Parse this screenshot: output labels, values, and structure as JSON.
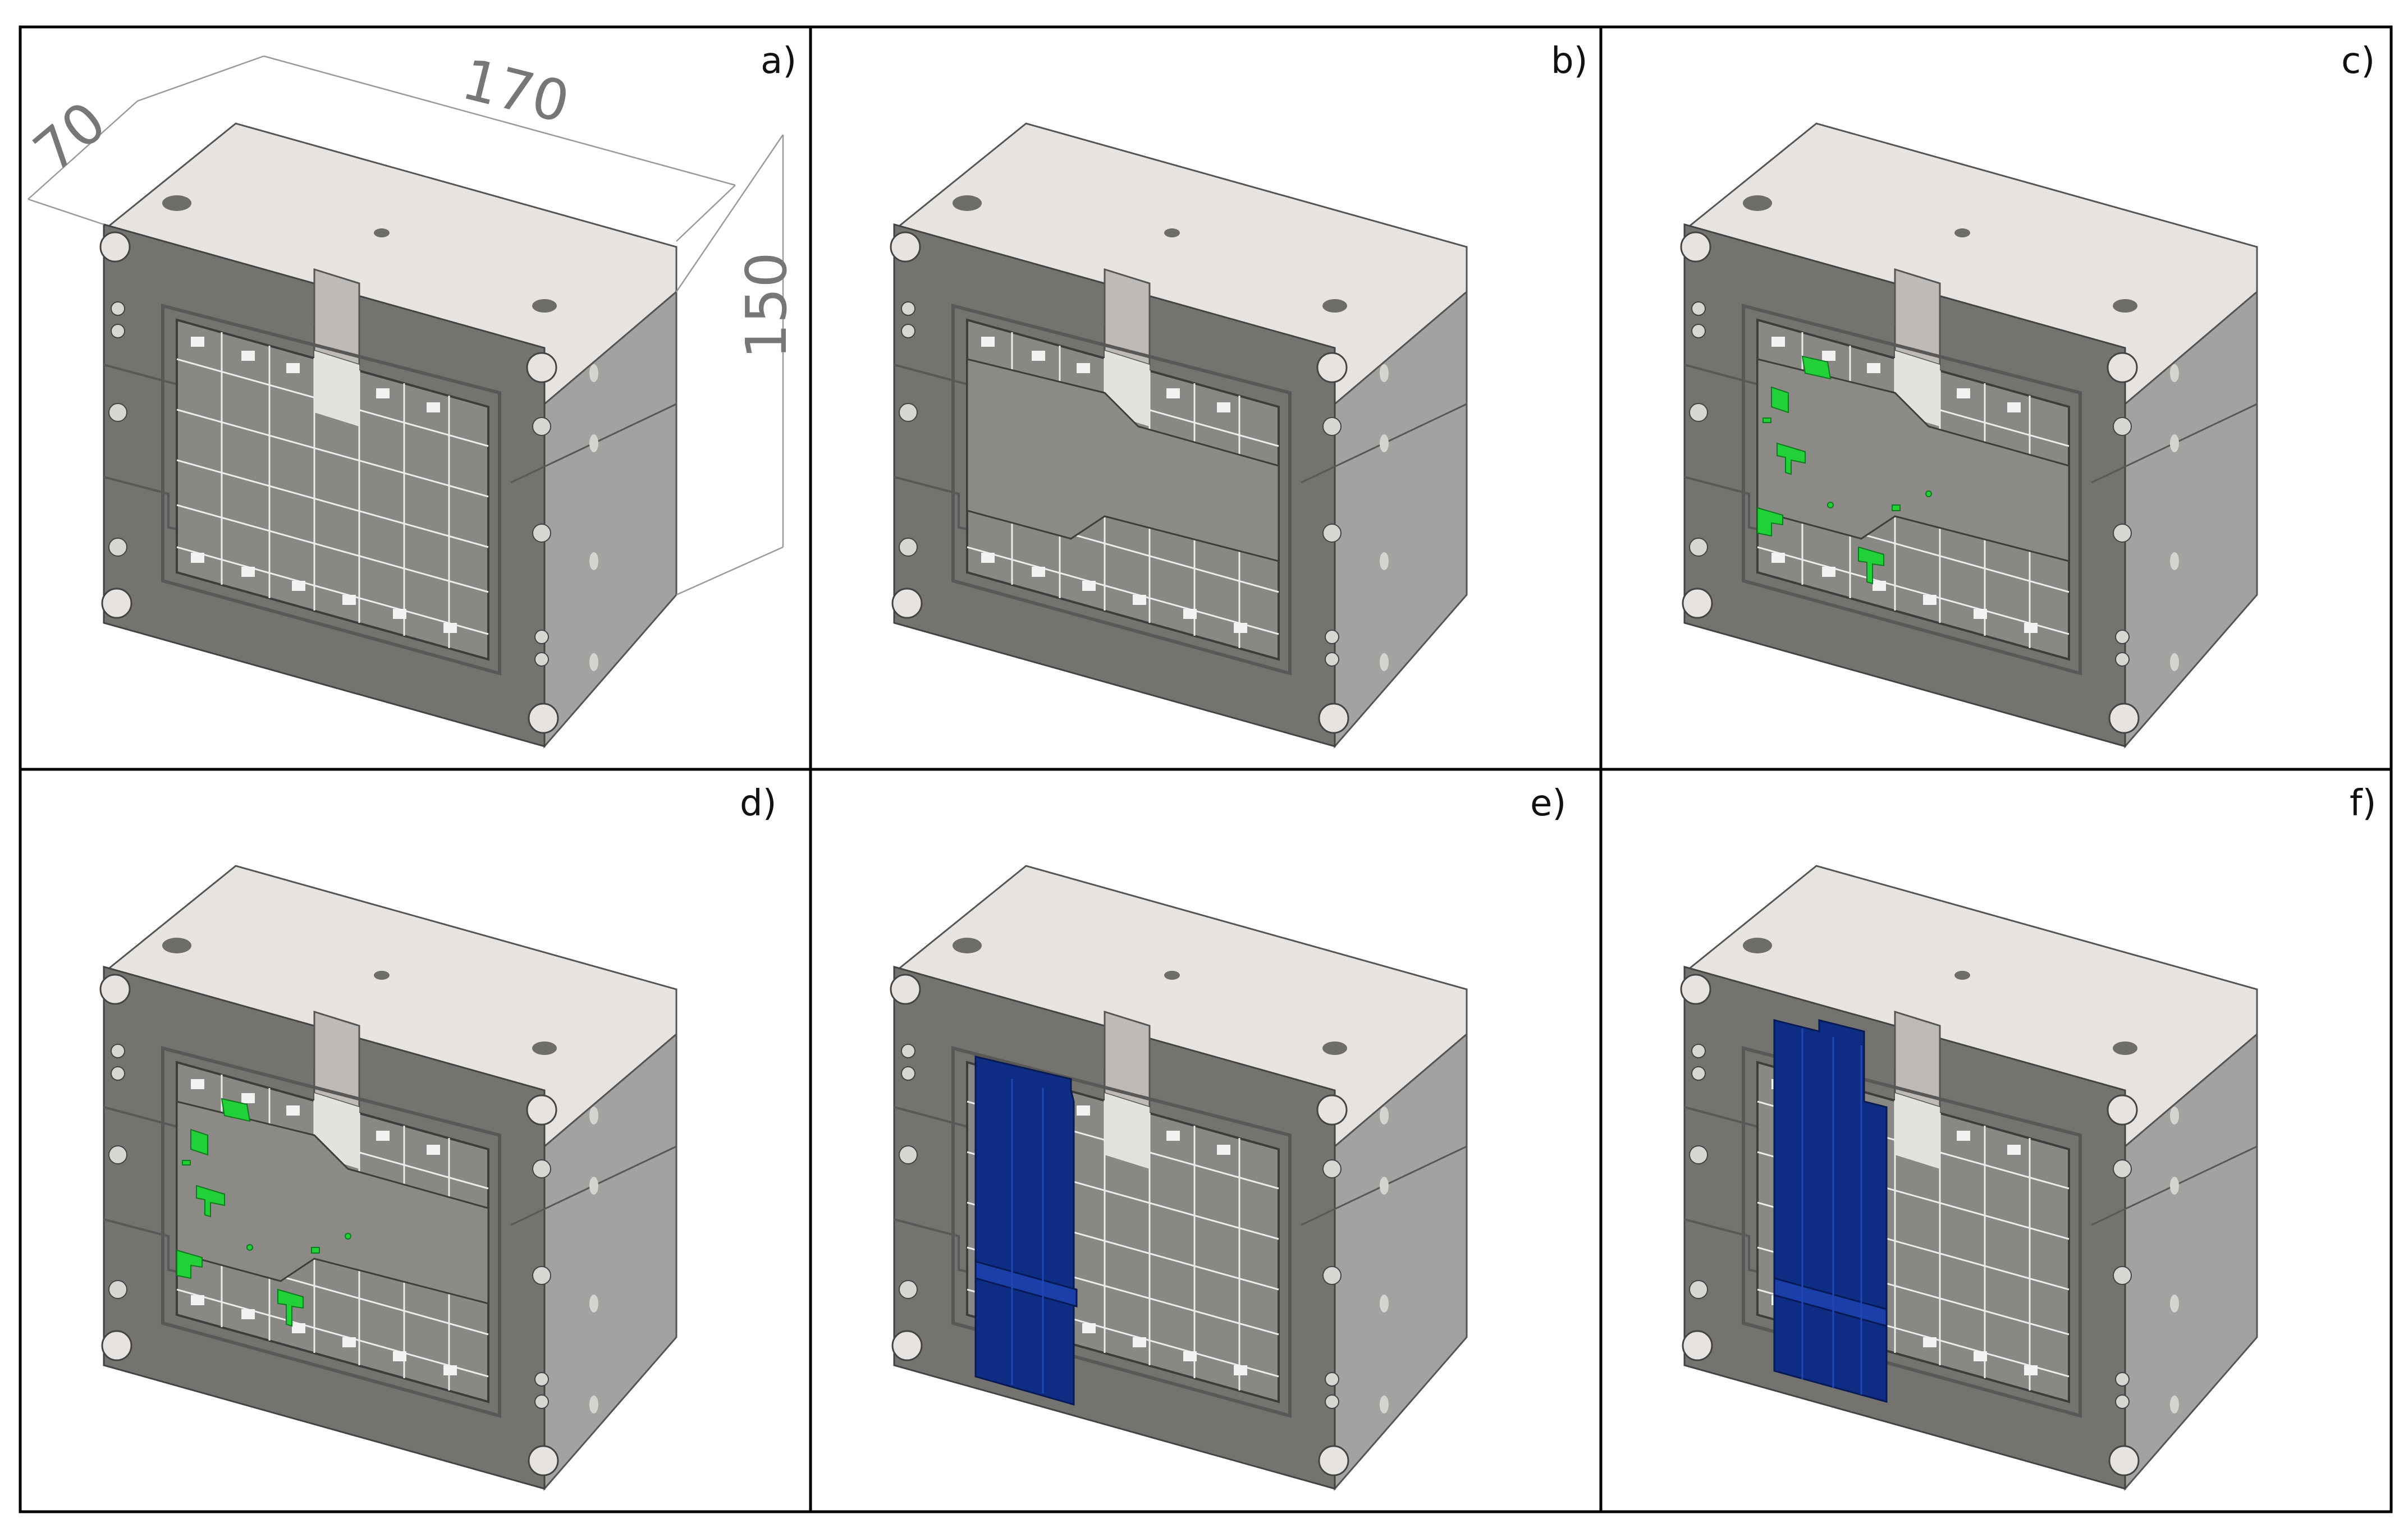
{
  "figure": {
    "panel_labels": [
      "a)",
      "b)",
      "c)",
      "d)",
      "e)",
      "f)"
    ],
    "dimensions": {
      "width": "170",
      "depth": "70",
      "height": "150"
    }
  },
  "colors": {
    "grid_border": "#000000",
    "block_top": "#e6e3e0",
    "block_front": "#75736f",
    "block_side": "#a4a2a0",
    "cavity": "#8a8884",
    "cavity_detail": "#eeeeee",
    "green_inserts": "#22d13a",
    "blue_fill": "#102d86",
    "dimension_lines": "#9a9a9a"
  },
  "panels": [
    {
      "label_index": 0,
      "green": false,
      "fill": "none",
      "dims": true
    },
    {
      "label_index": 1,
      "green": false,
      "fill": "none",
      "dims": false
    },
    {
      "label_index": 2,
      "green": true,
      "fill": "none",
      "dims": false
    },
    {
      "label_index": 3,
      "green": true,
      "fill": "none",
      "dims": false
    },
    {
      "label_index": 4,
      "green": false,
      "fill": "partial",
      "dims": false
    },
    {
      "label_index": 5,
      "green": false,
      "fill": "full",
      "dims": false
    }
  ]
}
